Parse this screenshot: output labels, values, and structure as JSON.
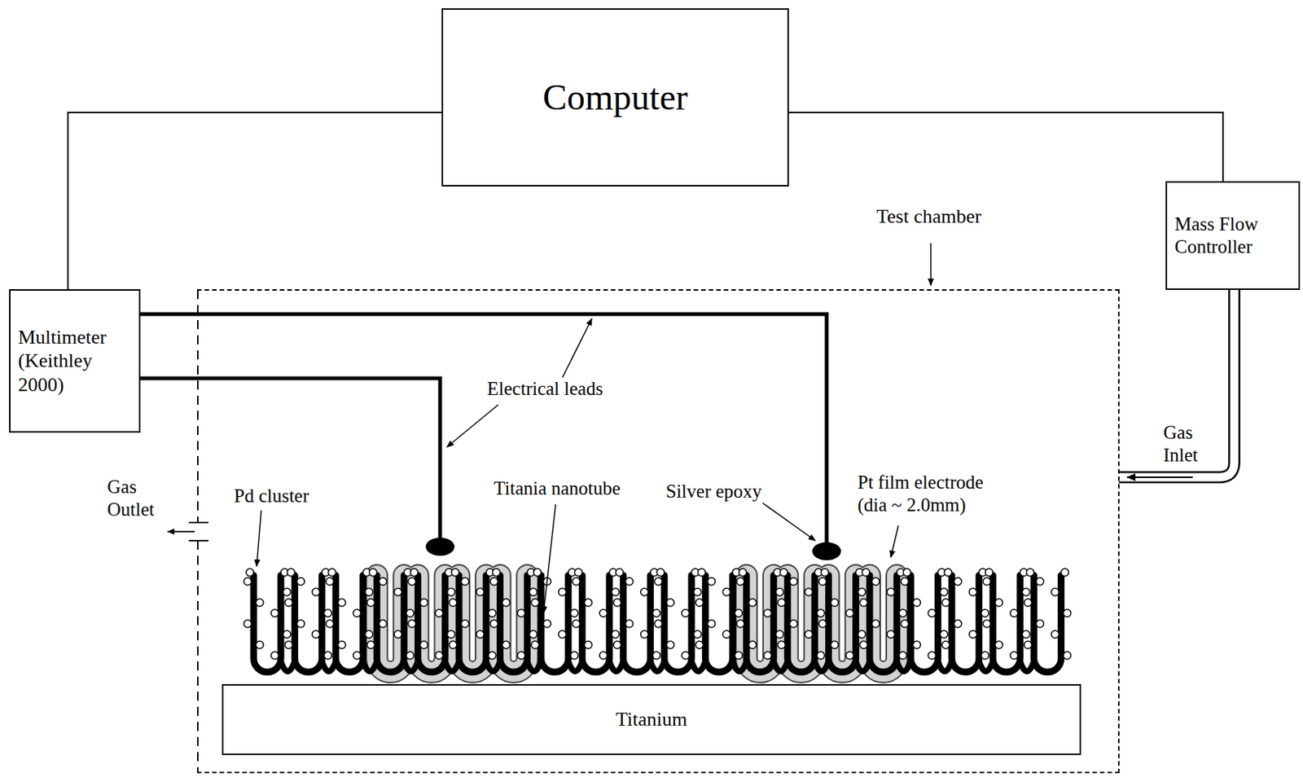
{
  "diagram": {
    "nodes": [
      {
        "text": [
          "Computer"
        ]
      },
      {
        "text": [
          "Multimeter (Keithley 2000)"
        ]
      },
      {
        "text": [
          "Mass Flow Controller"
        ]
      },
      {
        "text": [
          "Test chamber"
        ]
      },
      {
        "text": [
          "Titanium"
        ],
        "in": 3
      }
    ],
    "edges": [
      {
        "from": 0,
        "to": 1,
        "arrow": "none"
      },
      {
        "from": 0,
        "to": 2,
        "arrow": "none"
      },
      {
        "from": 2,
        "to": 3,
        "label": "Gas Inlet",
        "arrow": "to"
      }
    ],
    "labels": [
      "Electrical leads",
      "Gas Outlet",
      "Pd cluster",
      "Titania nanotube",
      "Silver epoxy",
      "Pt film electrode (dia ~ 2.0mm)"
    ]
  }
}
